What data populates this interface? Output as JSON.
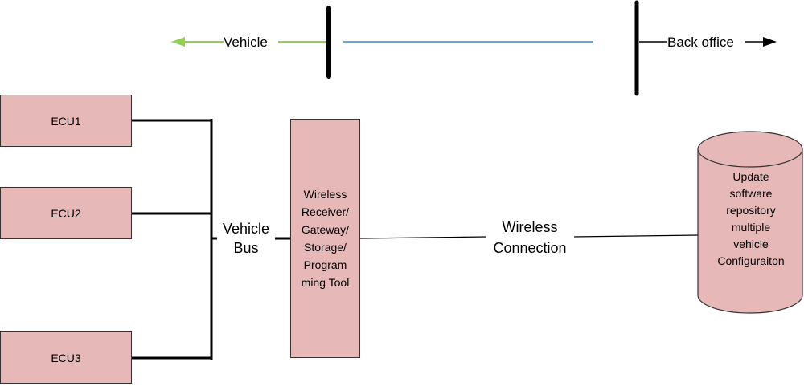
{
  "header": {
    "vehicle_label": "Vehicle",
    "back_office_label": "Back office",
    "vehicle_arrow_color": "#92d050",
    "link_line_color": "#2e8bc0"
  },
  "ecus": [
    {
      "label": "ECU1"
    },
    {
      "label": "ECU2"
    },
    {
      "label": "ECU3"
    }
  ],
  "bus": {
    "label_line1": "Vehicle",
    "label_line2": "Bus"
  },
  "gateway": {
    "lines": [
      "Wireless",
      "Receiver/",
      "Gateway/",
      "Storage/",
      "Program",
      "ming Tool"
    ],
    "fill_color": "#e6b8b7"
  },
  "connection": {
    "label_line1": "Wireless",
    "label_line2": "Connection"
  },
  "repository": {
    "lines": [
      "Update",
      "software",
      "repository",
      "multiple",
      "vehicle",
      "Configuraiton"
    ],
    "fill_color": "#e6b8b7"
  }
}
